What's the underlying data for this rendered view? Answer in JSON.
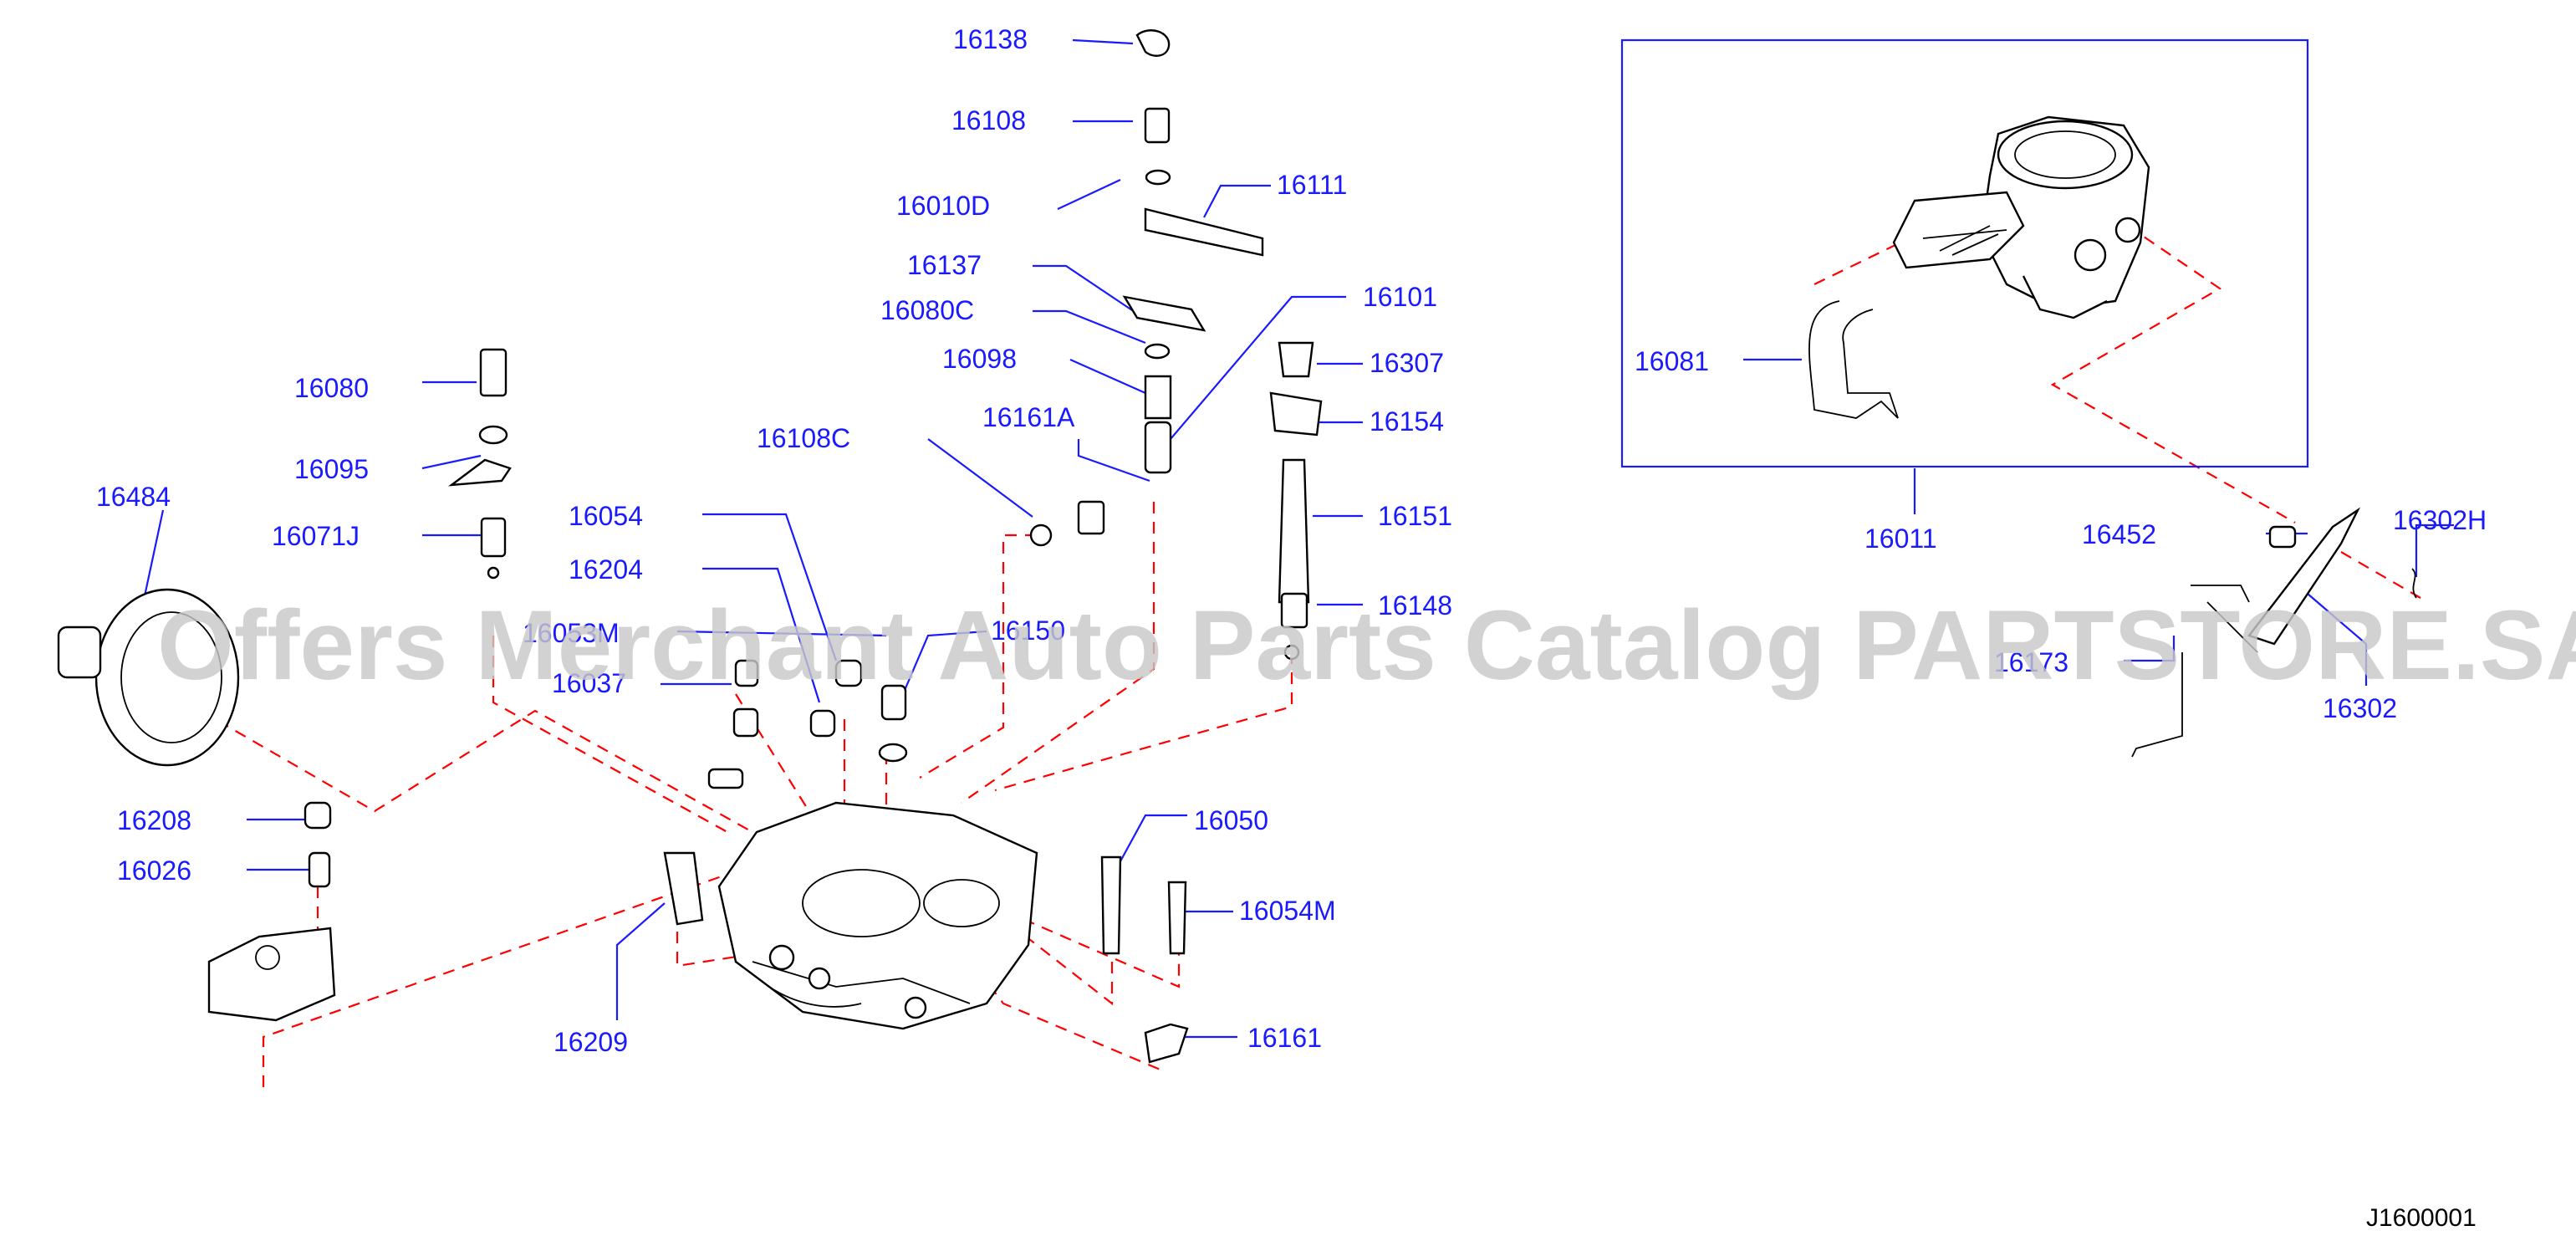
{
  "diagram": {
    "code": "J1600001",
    "watermark": "Offers Merchant Auto Parts Catalog PARTSTORE.SA",
    "labels": {
      "p16138": "16138",
      "p16108": "16108",
      "p16010D": "16010D",
      "p16111": "16111",
      "p16137": "16137",
      "p16080C": "16080C",
      "p16101": "16101",
      "p16098": "16098",
      "p16307": "16307",
      "p16161A": "16161A",
      "p16154": "16154",
      "p16108C": "16108C",
      "p16080": "16080",
      "p16095": "16095",
      "p16071J": "16071J",
      "p16484": "16484",
      "p16054": "16054",
      "p16204": "16204",
      "p16151": "16151",
      "p16053M": "16053M",
      "p16150": "16150",
      "p16148": "16148",
      "p16037": "16037",
      "p16208": "16208",
      "p16026": "16026",
      "p16050": "16050",
      "p16054M": "16054M",
      "p16209": "16209",
      "p16161": "16161",
      "p16081": "16081",
      "p16011": "16011",
      "p16452": "16452",
      "p16302H": "16302H",
      "p16173": "16173",
      "p16302": "16302"
    }
  }
}
